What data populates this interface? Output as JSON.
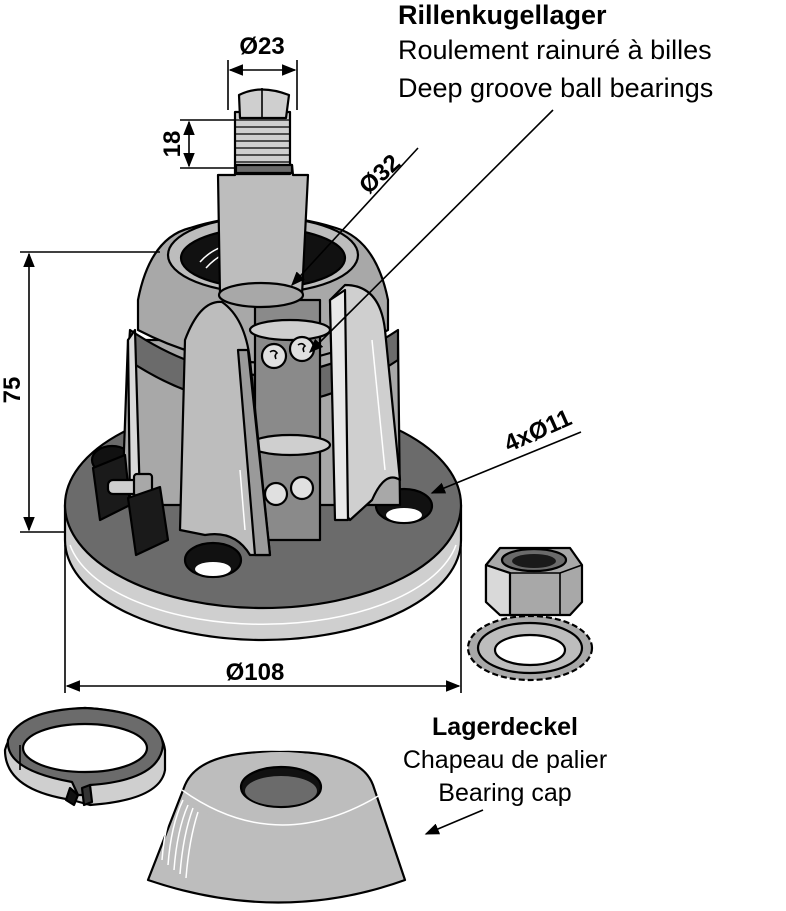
{
  "diagram": {
    "subject": "Bearing housing assembly with flange, bearings, nut, serrated washer, spring washer and bearing cap",
    "labels": {
      "bearings": {
        "de": "Rillenkugellager",
        "fr": "Roulement rainuré à billes",
        "en": "Deep groove ball bearings"
      },
      "cap": {
        "de": "Lagerdeckel",
        "fr": "Chapeau de palier",
        "en": "Bearing cap"
      }
    },
    "dimensions": {
      "thread_diameter": "Ø23",
      "thread_length": "18",
      "bearing_diameter": "Ø32",
      "height": "75",
      "mounting_holes": "4xØ11",
      "flange_diameter": "Ø108"
    },
    "colors": {
      "dark_gray": "#666666",
      "mid_gray": "#a8a8a8",
      "light_gray": "#cfcfcf",
      "outline": "#000000"
    }
  }
}
